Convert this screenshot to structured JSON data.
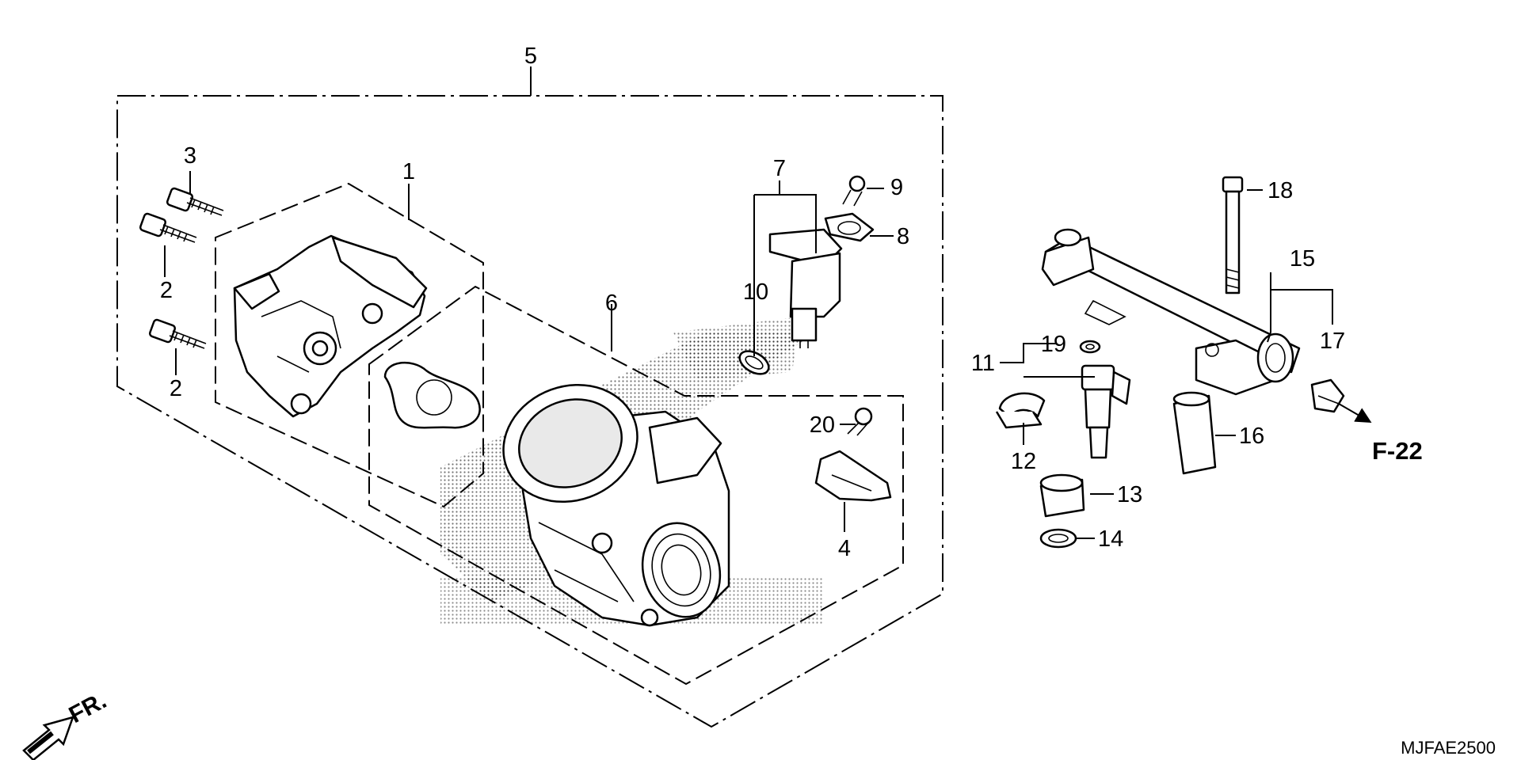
{
  "callouts": {
    "c1": "1",
    "c2a": "2",
    "c2b": "2",
    "c3": "3",
    "c4": "4",
    "c5": "5",
    "c6": "6",
    "c7": "7",
    "c8": "8",
    "c9": "9",
    "c10": "10",
    "c11": "11",
    "c12": "12",
    "c13": "13",
    "c14": "14",
    "c15": "15",
    "c16": "16",
    "c17": "17",
    "c18": "18",
    "c19": "19",
    "c20": "20"
  },
  "forward_label": "FR.",
  "reference_label": "F-22",
  "diagram_code": "MJFAE2500",
  "icons": {
    "forward": "forward-arrow-icon",
    "reference": "reference-arrow-icon"
  }
}
